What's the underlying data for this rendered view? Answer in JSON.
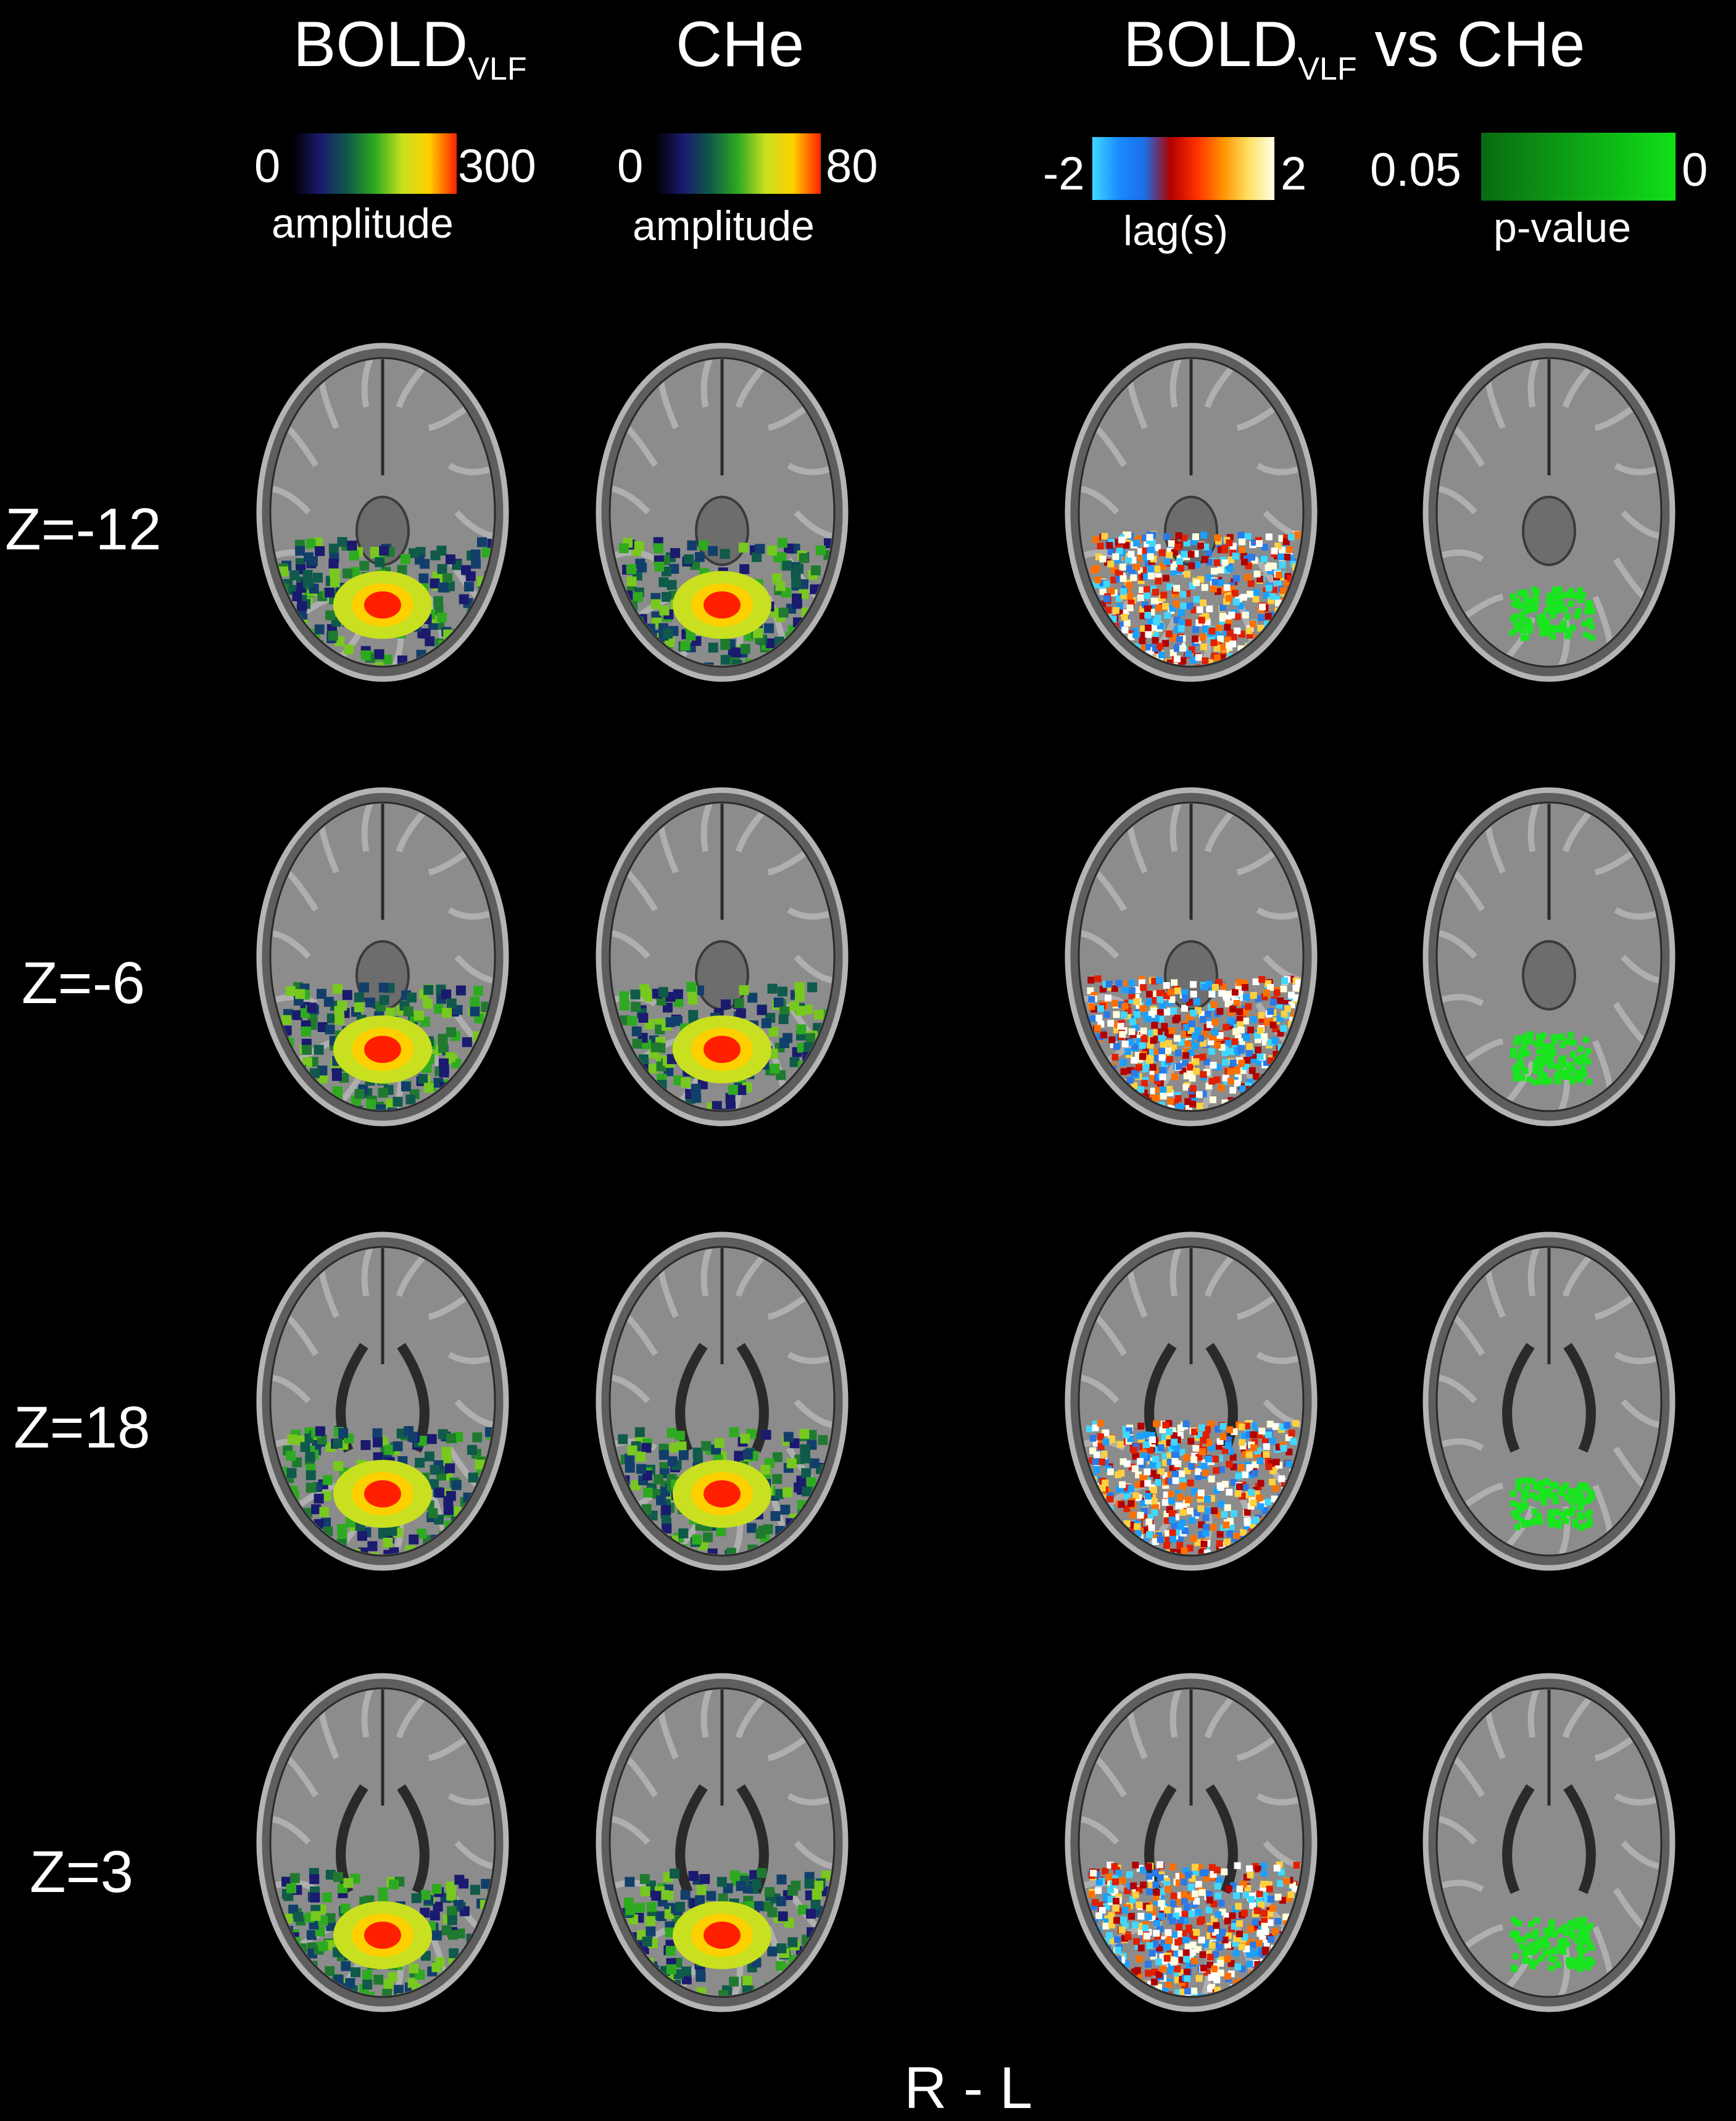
{
  "columns": [
    {
      "title": "BOLD",
      "subscript": "VLF",
      "suffix": ""
    },
    {
      "title": "CHe",
      "subscript": "",
      "suffix": ""
    },
    {
      "title": "BOLD",
      "subscript": "VLF",
      "suffix": " vs CHe"
    }
  ],
  "colorbars": [
    {
      "id": "bold",
      "min": "0",
      "max": "300",
      "label": "amplitude",
      "stops": [
        "#000000",
        "#1a1a6e",
        "#0f5a4a",
        "#2eaa20",
        "#c8e020",
        "#ffd000",
        "#ff2000"
      ]
    },
    {
      "id": "che",
      "min": "0",
      "max": "80",
      "label": "amplitude",
      "stops": [
        "#000000",
        "#1a1a6e",
        "#0f5a4a",
        "#2eaa20",
        "#c8e020",
        "#ffd000",
        "#ff2000"
      ]
    },
    {
      "id": "lag",
      "min": "-2",
      "max": "2",
      "label": "lag(s)",
      "stops": [
        "#40d8ff",
        "#1a8cff",
        "#1a6ee8",
        "#b00000",
        "#ff3000",
        "#ff9000",
        "#ffe060",
        "#ffffe8"
      ]
    },
    {
      "id": "pval",
      "min": "0.05",
      "max": "0",
      "label": "p-value",
      "stops": [
        "#0a6a12",
        "#10e018"
      ]
    }
  ],
  "rows": [
    {
      "label": "Z=-12"
    },
    {
      "label": "Z=-6"
    },
    {
      "label": "Z=18"
    },
    {
      "label": "Z=3"
    }
  ],
  "orientation": "R - L",
  "colors": {
    "background": "#000000",
    "text": "#ffffff",
    "brain_gray": "#8c8c8c",
    "significant": "#19e61e"
  }
}
